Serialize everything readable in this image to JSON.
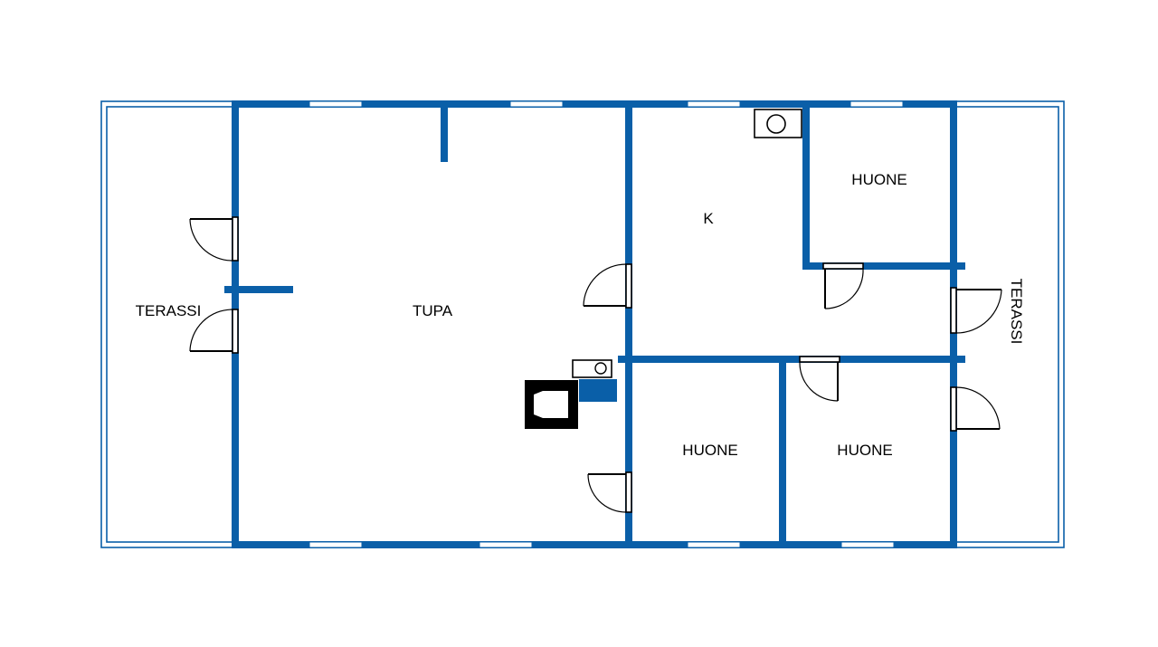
{
  "rooms": {
    "terassi_left": "TERASSI",
    "tupa": "TUPA",
    "keittio": "K",
    "huone_top": "HUONE",
    "huone_bottom_left": "HUONE",
    "huone_bottom_right": "HUONE",
    "terassi_right": "TERASSI"
  },
  "colors": {
    "wall": "#0a5fa8",
    "background": "#ffffff",
    "fixture": "#000000"
  },
  "icons": [
    "sink-icon",
    "stove-icon",
    "fireplace-icon",
    "door-swing-icon",
    "window-icon"
  ]
}
